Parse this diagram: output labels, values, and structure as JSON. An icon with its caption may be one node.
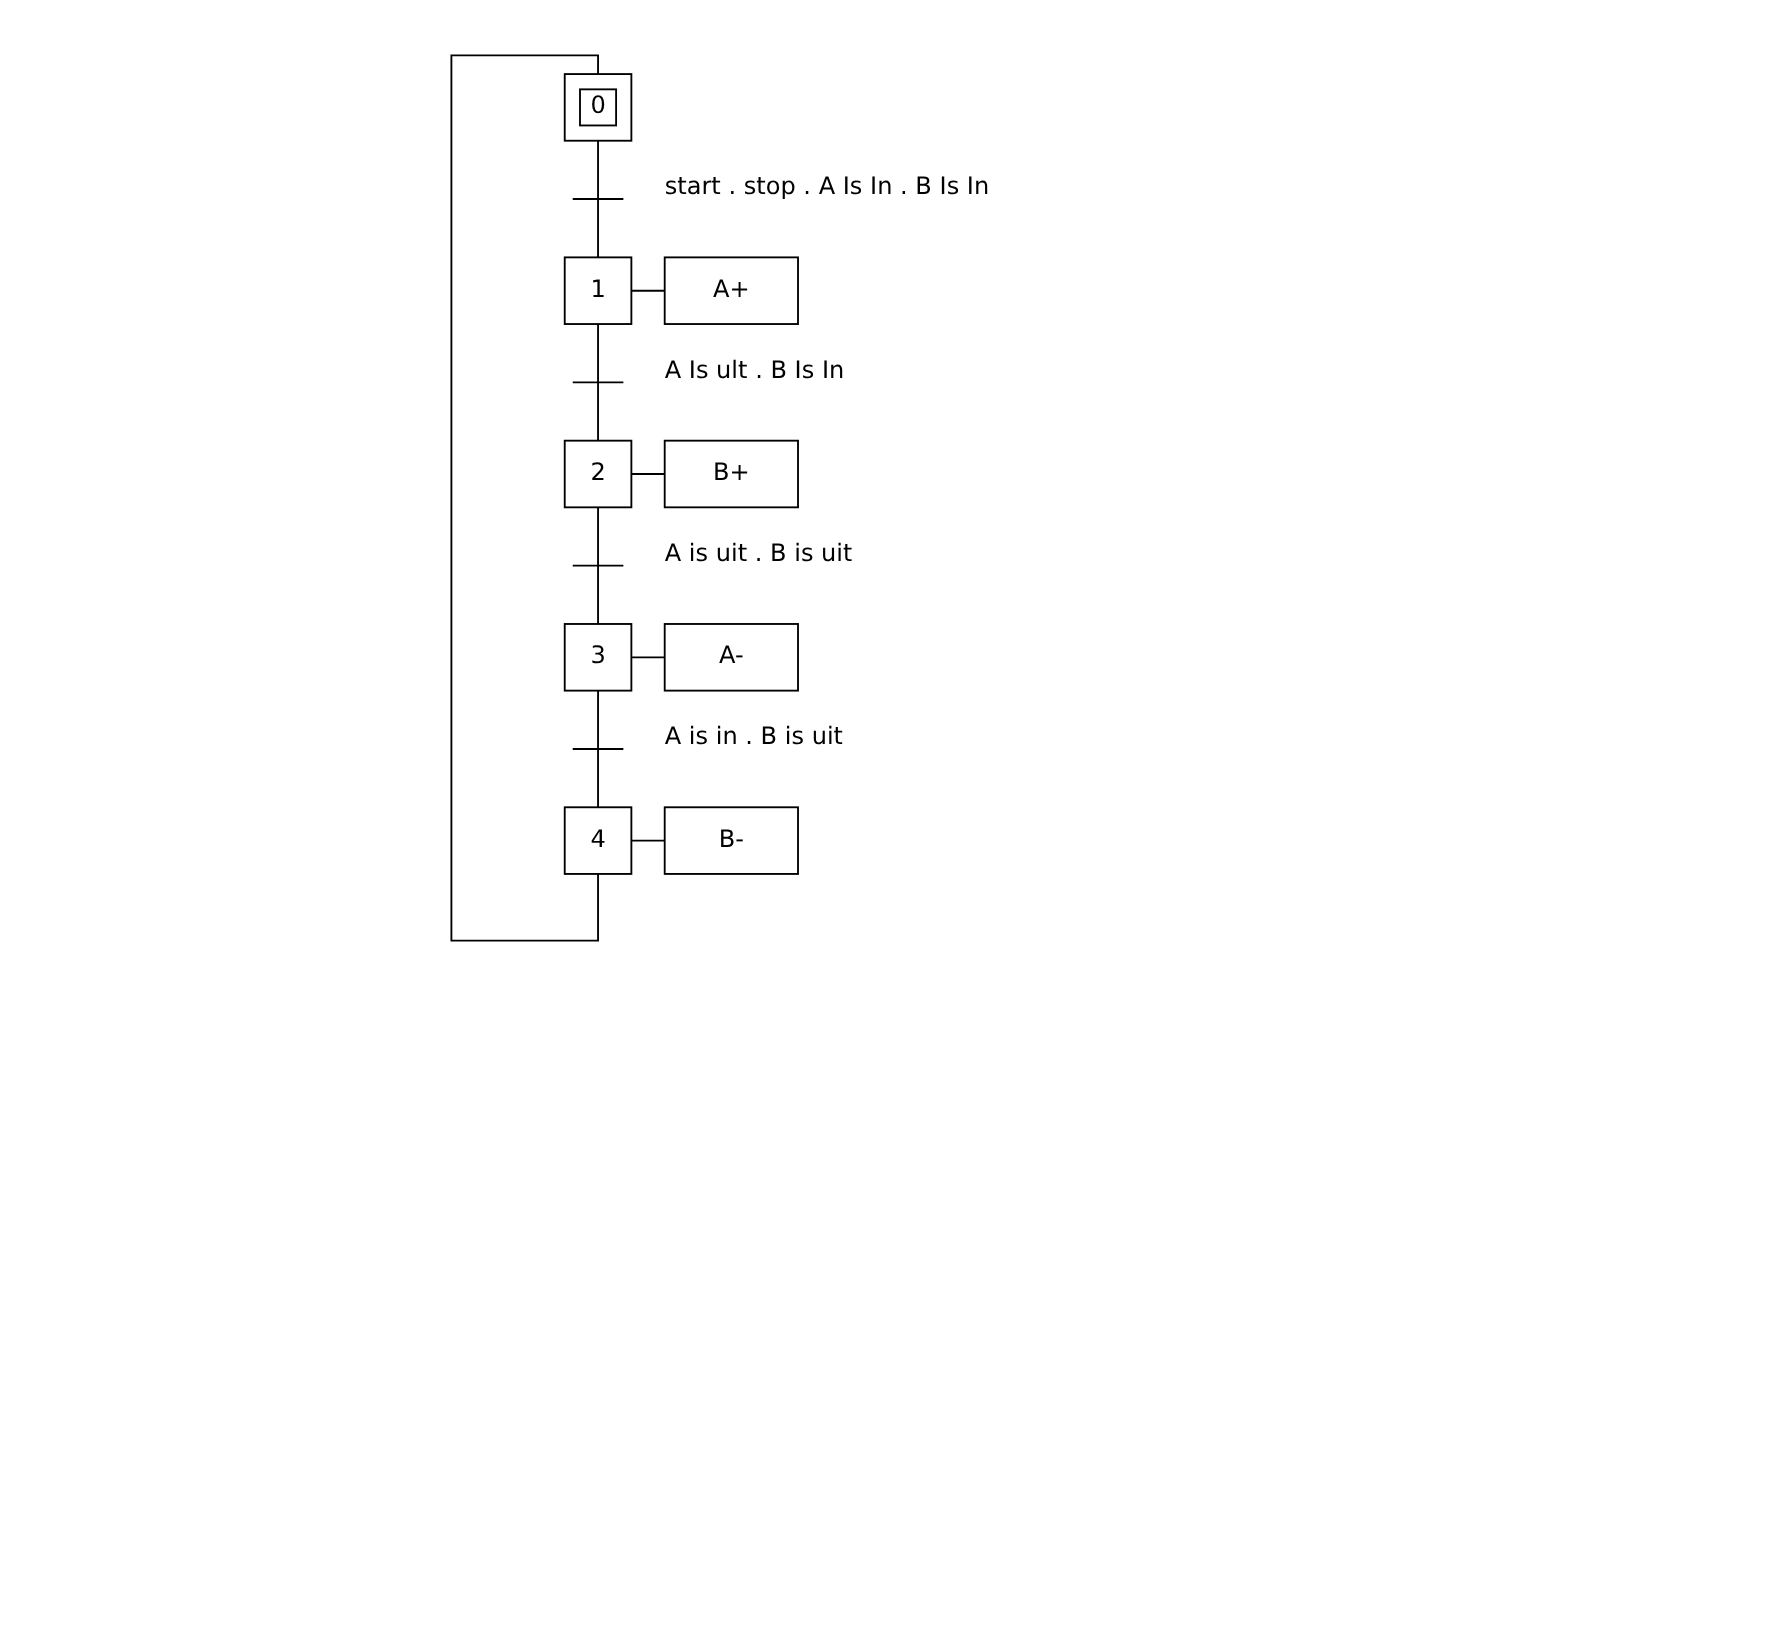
{
  "diagram": {
    "nodes": [
      {
        "text": [
          "0"
        ]
      },
      {
        "text": [
          "1"
        ]
      },
      {
        "text": [
          "A+"
        ]
      },
      {
        "text": [
          "2"
        ]
      },
      {
        "text": [
          "B+"
        ]
      },
      {
        "text": [
          "3"
        ]
      },
      {
        "text": [
          "A-"
        ]
      },
      {
        "text": [
          "4"
        ]
      },
      {
        "text": [
          "B-"
        ]
      }
    ],
    "edges": [
      {
        "from": 0,
        "to": 1,
        "arrow": "none",
        "label": "start . stop . A Is In . B Is In"
      },
      {
        "from": 1,
        "to": 2,
        "arrow": "none"
      },
      {
        "from": 1,
        "to": 3,
        "arrow": "none",
        "label": "A Is ult . B Is In"
      },
      {
        "from": 3,
        "to": 4,
        "arrow": "none"
      },
      {
        "from": 3,
        "to": 5,
        "arrow": "none",
        "label": "A is uit . B is uit"
      },
      {
        "from": 5,
        "to": 6,
        "arrow": "none"
      },
      {
        "from": 5,
        "to": 7,
        "arrow": "none",
        "label": "A is in . B is uit"
      },
      {
        "from": 7,
        "to": 8,
        "arrow": "none"
      },
      {
        "from": 7,
        "to": 0,
        "arrow": "none"
      }
    ]
  }
}
